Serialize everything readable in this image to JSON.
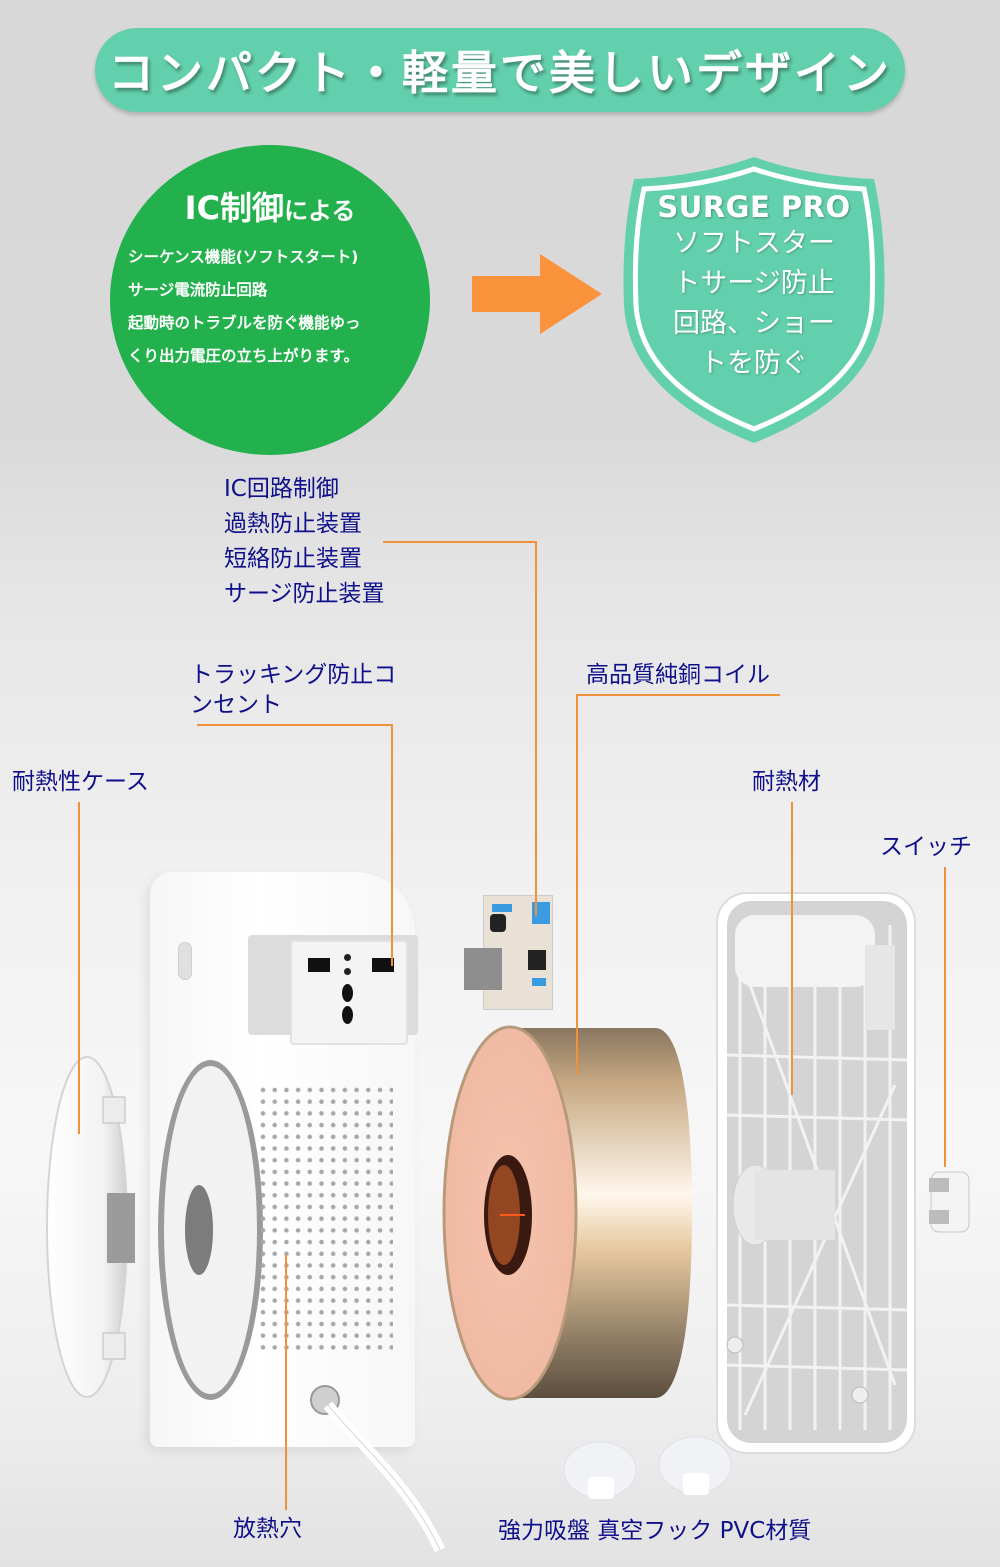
{
  "banner": {
    "title": "コンパクト・軽量で美しいデザイン",
    "background": "#63d0ad"
  },
  "ic_circle": {
    "heading_big": "IC制御",
    "heading_small": "による",
    "lines": [
      "シーケンス機能(ソフトスタート)",
      "サージ電流防止回路",
      "起動時のトラブルを防ぐ機能ゆっ",
      "くり出力電圧の立ち上がります。"
    ],
    "background": "#22b14c"
  },
  "arrow": {
    "icon": "right-arrow-icon",
    "color": "#fb923c"
  },
  "shield": {
    "brand": "SURGE PRO",
    "lines": [
      "ソフトスター",
      "トサージ防止",
      "回路、ショー",
      "トを防ぐ"
    ],
    "background": "#63d0ad"
  },
  "callouts": {
    "ic_features": [
      "IC回路制御",
      "過熱防止装置",
      "短絡防止装置",
      "サージ防止装置"
    ],
    "tracking_outlet": [
      "トラッキング防止コ",
      "ンセント"
    ],
    "copper_coil": "高品質純銅コイル",
    "heat_resistant_case": "耐熱性ケース",
    "heat_resistant_material": "耐熱材",
    "switch": "スイッチ",
    "vent_holes": "放熱穴",
    "suction_cups": "強力吸盤 真空フック PVC材質"
  },
  "colors": {
    "label_text": "#0f0f8c",
    "leader_line": "#f0913b"
  }
}
